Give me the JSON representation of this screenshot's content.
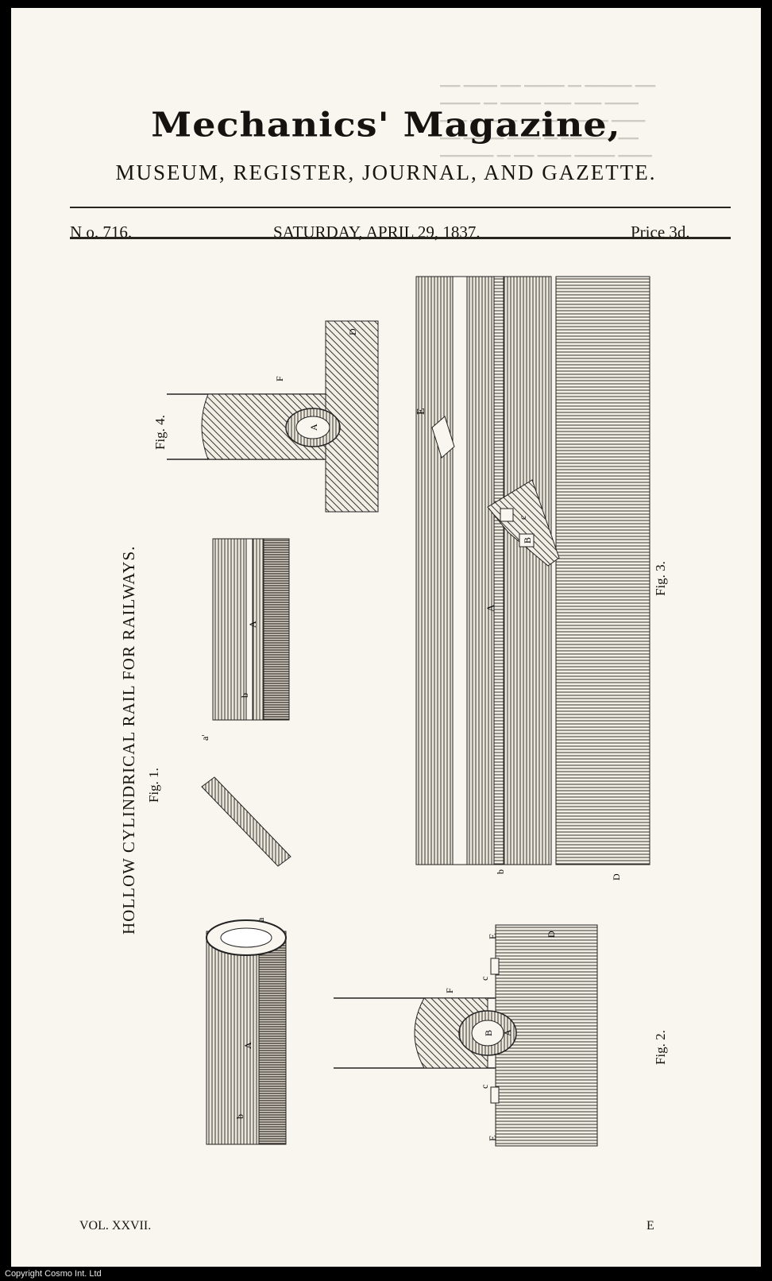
{
  "masthead": {
    "title": "Mechanics' Magazine,",
    "subtitle": "MUSEUM, REGISTER, JOURNAL, AND GAZETTE."
  },
  "issue": {
    "number": "N o. 716.",
    "date": "SATURDAY, APRIL 29, 1837.",
    "price": "Price 3d."
  },
  "article": {
    "title": "HOLLOW CYLINDRICAL RAIL FOR RAILWAYS."
  },
  "figures": {
    "fig1": "Fig. 1.",
    "fig2": "Fig. 2.",
    "fig3": "Fig. 3.",
    "fig4": "Fig. 4."
  },
  "footer": {
    "volume": "VOL. XXVII.",
    "signature": "E"
  },
  "copyright": "Copyright Cosmo Int. Ltd"
}
